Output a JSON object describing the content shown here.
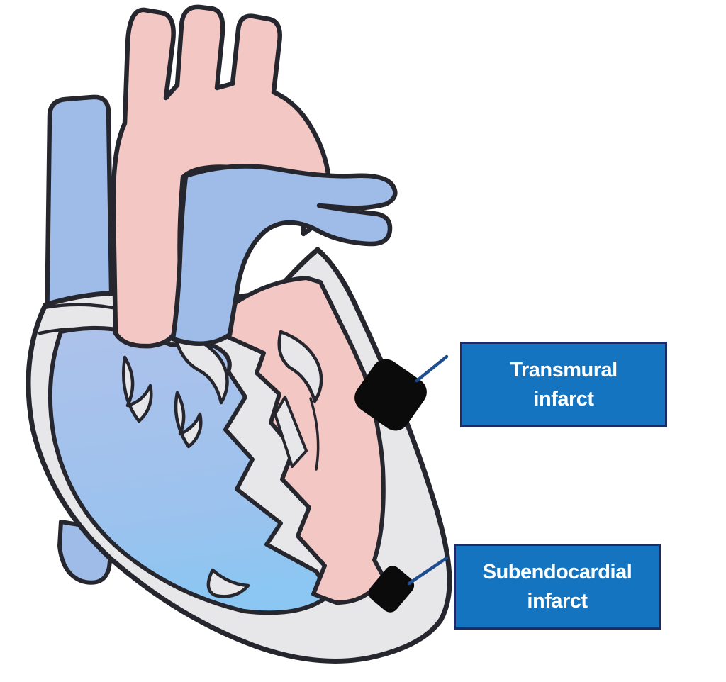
{
  "figure": {
    "type": "medical-diagram",
    "subject": "heart cross-section showing myocardial infarction types",
    "labels": {
      "transmural": {
        "line1": "Transmural",
        "line2": "infarct"
      },
      "subendocardial": {
        "line1": "Subendocardial",
        "line2": "infarct"
      }
    },
    "markers": [
      {
        "name": "transmural-infarct-marker",
        "description": "black full-wall-thickness patch on lateral left-ventricular wall"
      },
      {
        "name": "subendocardial-infarct-marker",
        "description": "black inner-wall patch near left-ventricular apex"
      }
    ],
    "colors": {
      "background": "#ffffff",
      "label_box_fill": "#1474c0",
      "label_box_border": "#1a2b66",
      "label_text": "#ffffff",
      "leader_line": "#1e4e90",
      "artery_pink": "#f3c7c4",
      "vein_blue": "#9ebce7",
      "chamber_blue_top": "#adc2ea",
      "chamber_blue_bottom": "#8cc6f2",
      "wall_grey": "#e7e6e9",
      "outline_dark": "#26262e",
      "infarct_black": "#0b0b0c"
    }
  }
}
